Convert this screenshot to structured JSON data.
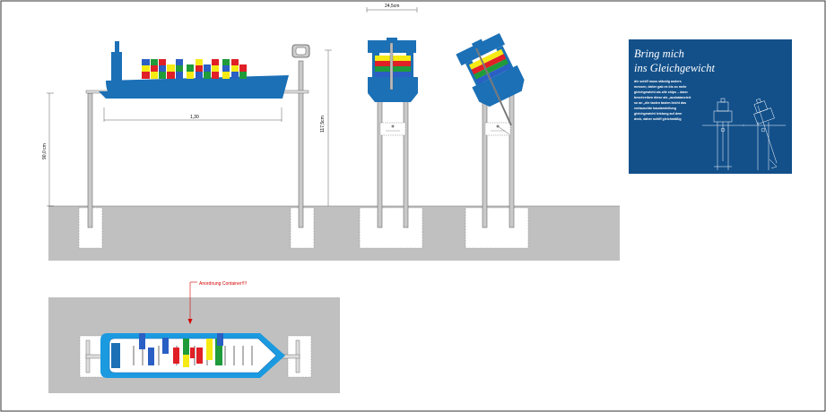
{
  "dimensions": {
    "ship_length": "1,30",
    "gauge_width": "24,5cm",
    "post_height": "117,5cm",
    "left_height": "90,0 cm"
  },
  "annotation": {
    "container_layout": "Anordnung Container!!!!"
  },
  "info_panel": {
    "title_line1": "Bring mich",
    "title_line2": "ins Gleichgewicht",
    "body_lines": [
      "die schiff muss ständig anders",
      "messen, daher gab es bis zu mehr",
      "gleichgewicht als alle ships – dann",
      "beschreiben diese als „ausbalanciert",
      "so an „die tasten tasten leicht das",
      "vertauschte baudarstellung",
      "gleichgewicht leistung auf dem",
      "deck, daher schiff gleichmäßig"
    ]
  },
  "colors": {
    "ship_blue": "#1b70b6",
    "panel_blue": "#13508a",
    "ground_gray": "#c0c0c0",
    "container_red": "#e01f26",
    "container_yellow": "#f5ea14",
    "container_green": "#1f9b3a",
    "container_blue": "#2a5fc4",
    "annotation_red": "#d40000"
  }
}
